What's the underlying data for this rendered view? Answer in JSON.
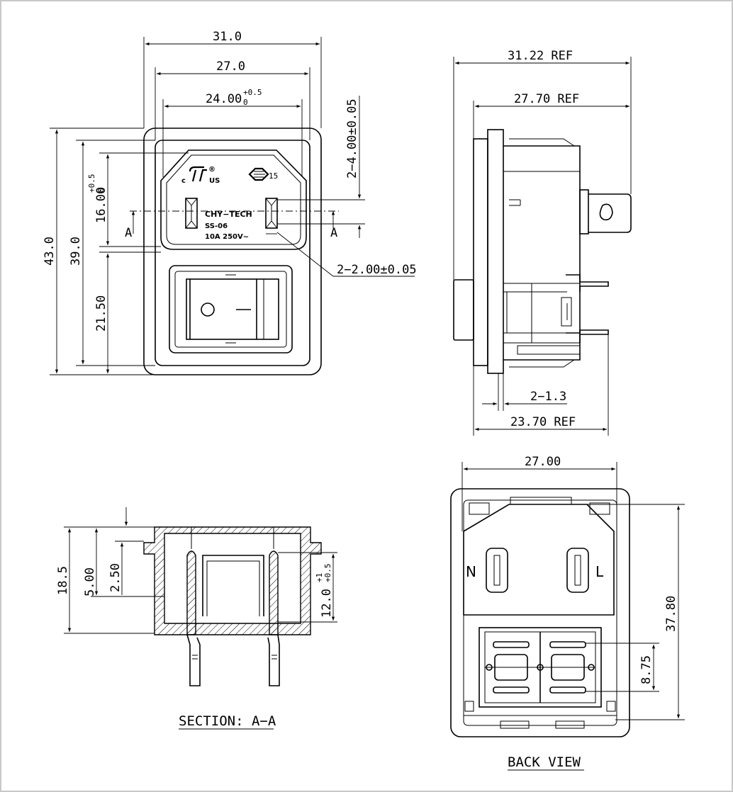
{
  "front_view": {
    "dims": {
      "width_overall": "31.0",
      "width_inner": "27.0",
      "width_inlet": "24.00",
      "width_inlet_tol": "+0.5",
      "width_inlet_tol_low": "0",
      "height_overall": "43.0",
      "height_inner": "39.0",
      "height_inlet": "16.00",
      "height_inlet_tol": "+0.5",
      "height_inlet_tol_low": "0",
      "height_switch": "21.50",
      "pin_slot_pitch": "2−4.00±0.05",
      "pin_slot_width": "2−2.00±0.05"
    },
    "section_marks": [
      "A",
      "A"
    ],
    "markings": {
      "brand": "CHY−TECH",
      "model": "SS-06",
      "rating": "10A  250V~",
      "cert_c": "c",
      "cert_us": "US",
      "cert_r": "®",
      "cert_ccc": "15"
    }
  },
  "side_view": {
    "dims": {
      "depth_overall": "31.22 REF",
      "depth_body": "27.70 REF",
      "panel_thickness": "2−1.3",
      "depth_rear": "23.70 REF"
    }
  },
  "section_view": {
    "title": "SECTION: A−A",
    "dims": {
      "height": "18.5",
      "rim": "5.00",
      "flange": "2.50",
      "pin_length": "12.0",
      "pin_length_tol_high": "+1",
      "pin_length_tol_low": "+0.5"
    }
  },
  "back_view": {
    "title": "BACK VIEW",
    "dims": {
      "width": "27.00",
      "height": "37.80",
      "terminal_pitch": "8.75"
    },
    "labels": {
      "neutral": "N",
      "live": "L"
    }
  }
}
